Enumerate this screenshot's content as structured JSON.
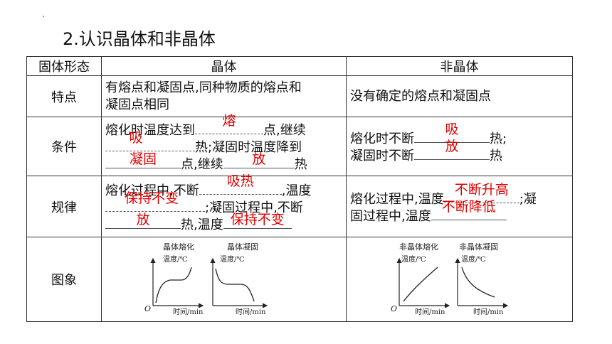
{
  "heading": "2.认识晶体和非晶体",
  "table": {
    "headers": [
      "固体形态",
      "晶体",
      "非晶体"
    ],
    "row_labels": [
      "特点",
      "条件",
      "规律",
      "图象"
    ],
    "features": {
      "crystal": [
        "有熔点和凝固点,同种物质的熔点和",
        "凝固点相同"
      ],
      "amorphous": "没有确定的熔点和凝固点"
    },
    "conditions": {
      "crystal": {
        "t1": "熔化时温度达到",
        "a1": "熔",
        "t2": "点,继续",
        "a2": "吸",
        "t3": "热;凝固时温度降到",
        "a3": "凝固",
        "t4": "点,继续",
        "a4": "放",
        "t5": "热"
      },
      "amorphous": {
        "t1": "熔化时不断",
        "a1": "吸",
        "t2": "热;",
        "t3": "凝固时不断",
        "a2": "放",
        "t4": "热"
      }
    },
    "rules": {
      "crystal": {
        "t1": "熔化过程中,不断",
        "a1": "吸热",
        "t2": ",温度",
        "a2": "保持不变",
        "t3": ";凝固过程中,不断",
        "a3": "放",
        "t4": "热,温度",
        "a4": "保持不变"
      },
      "amorphous": {
        "t1": "熔化过程中,温度",
        "a1": "不断升高",
        "t2": ";凝",
        "t3": "固过程中,温度",
        "a2": "不断降低"
      }
    },
    "graphs": {
      "crystal_melting_title": "晶体熔化",
      "crystal_solidifying_title": "晶体凝固",
      "amorphous_melting_title": "非晶体熔化",
      "amorphous_solidifying_title": "非晶体凝固",
      "y_label": "温度/℃",
      "x_label": "时间/min",
      "origin": "O"
    }
  },
  "colors": {
    "answer": "#e00000",
    "border": "#333333"
  }
}
